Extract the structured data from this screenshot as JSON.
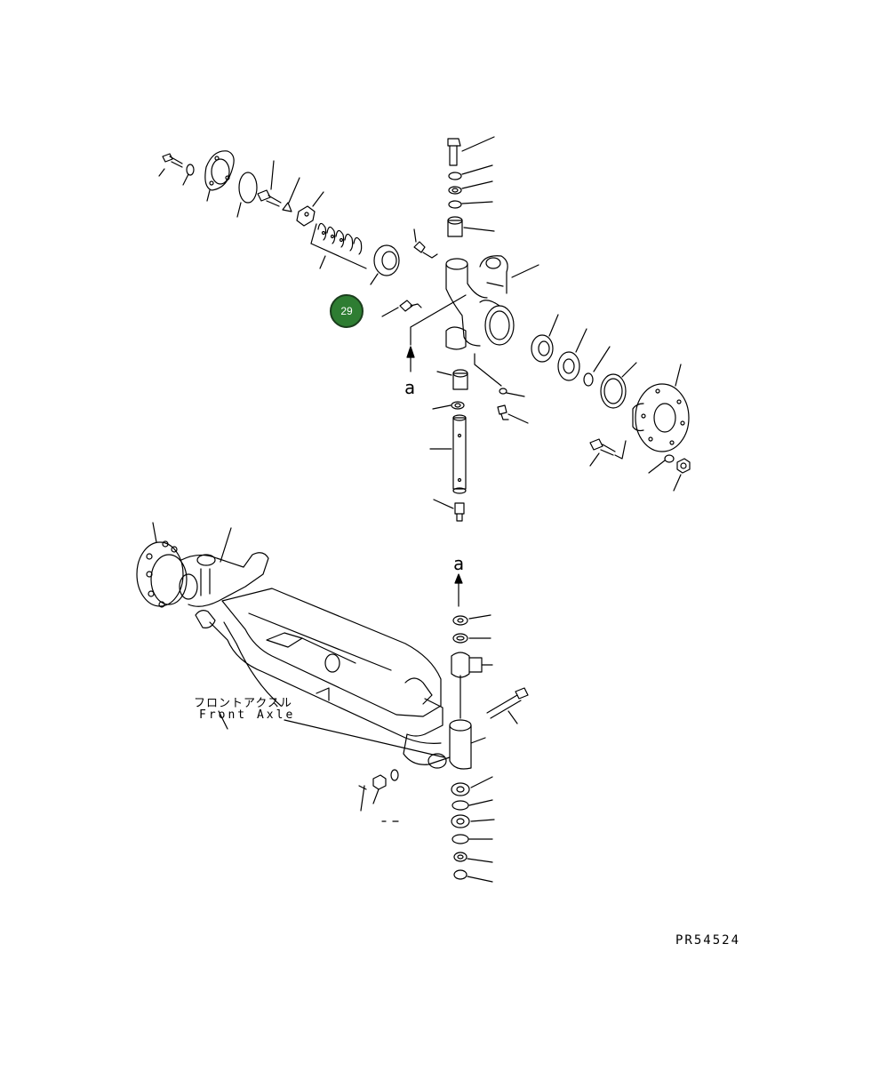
{
  "labels": {
    "arrow_a_top": "a",
    "arrow_a_bottom": "a",
    "assembly_name_jp": "フロントアクスル",
    "assembly_name_en": "Front Axle",
    "drawing_code": "PR54524"
  },
  "callout": {
    "number": "29",
    "color": "#2e7d32"
  },
  "colors": {
    "line": "#000000",
    "background": "#ffffff"
  }
}
